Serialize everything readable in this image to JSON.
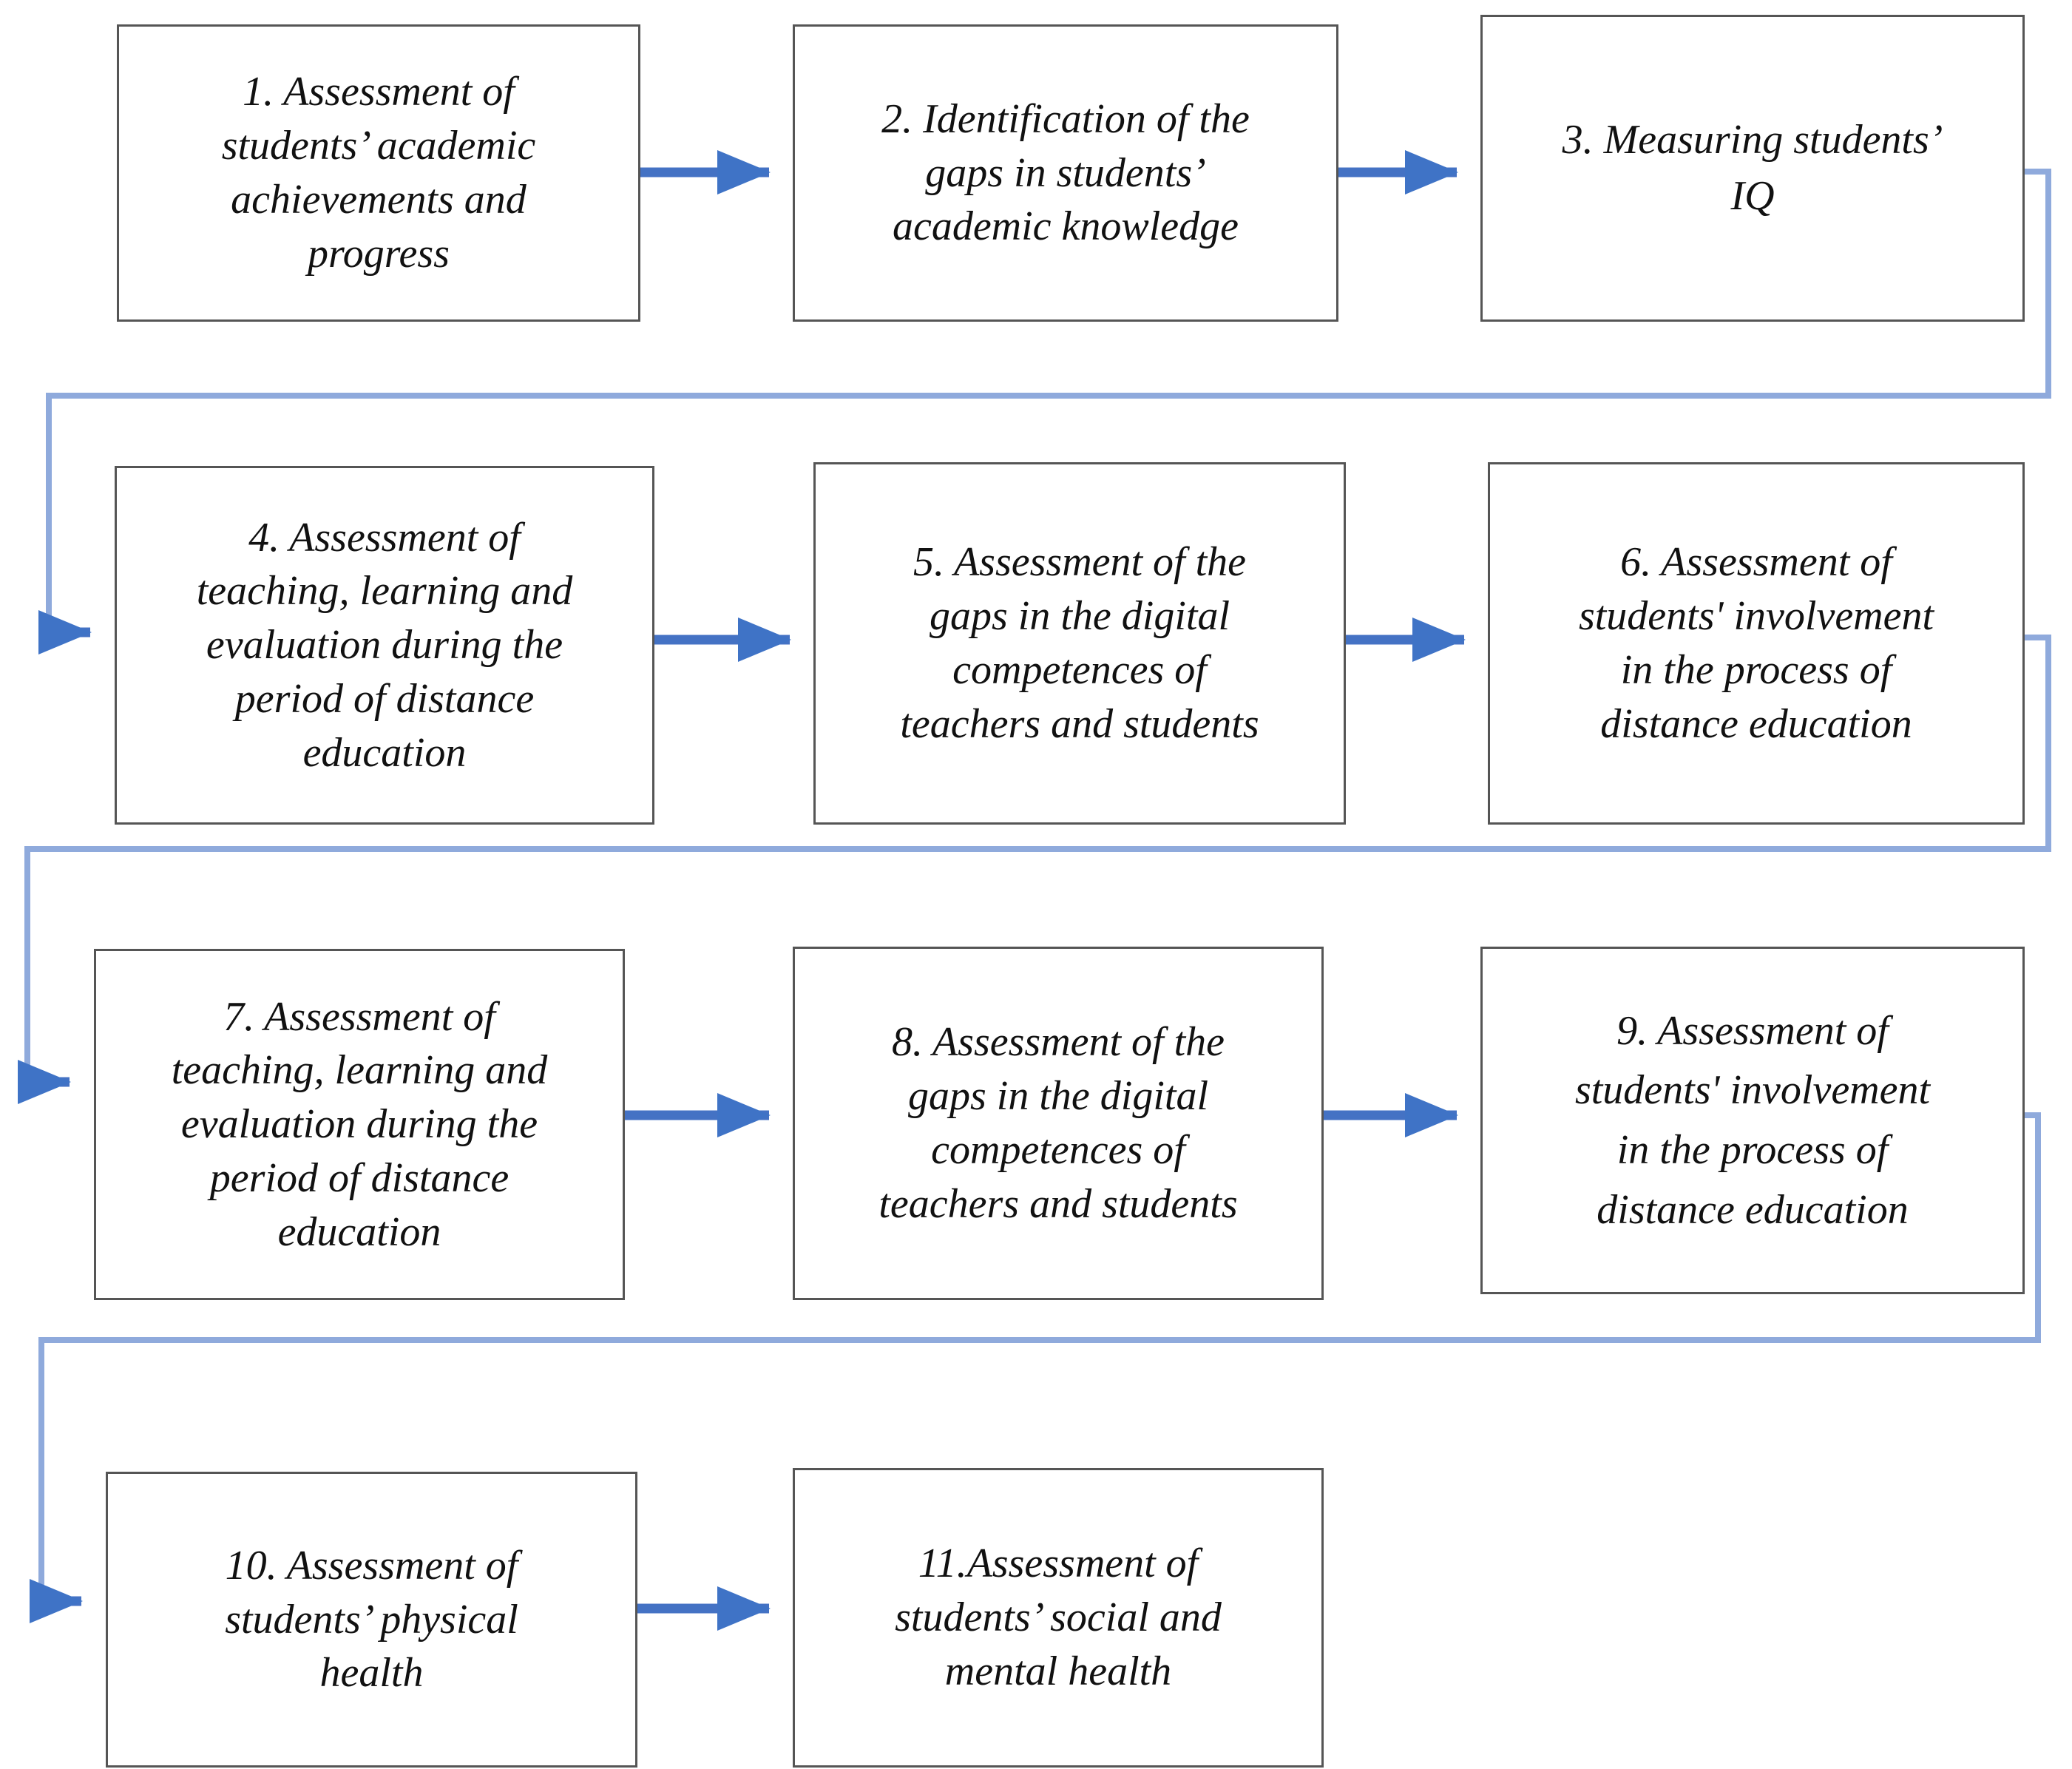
{
  "diagram": {
    "type": "flowchart",
    "orientation": "serpentine-left-to-right",
    "box_border_color": "#555555",
    "arrow_color": "#4472C4",
    "connector_color": "#8FAADC",
    "background_color": "#FFFFFF",
    "nodes": [
      {
        "id": "1",
        "label": "1. Assessment of\nstudents’ academic\nachievements and\nprogress"
      },
      {
        "id": "2",
        "label": "2. Identification of the\ngaps in students’\nacademic knowledge"
      },
      {
        "id": "3",
        "label": "3. Measuring students’\nIQ"
      },
      {
        "id": "4",
        "label": "4. Assessment of\nteaching, learning and\nevaluation during the\nperiod of distance\neducation"
      },
      {
        "id": "5",
        "label": "5. Assessment of the\ngaps in the digital\ncompetences of\nteachers and students"
      },
      {
        "id": "6",
        "label": "6. Assessment of\nstudents' involvement\nin the process of\ndistance education"
      },
      {
        "id": "7",
        "label": "7. Assessment of\nteaching, learning and\nevaluation during the\nperiod of distance\neducation"
      },
      {
        "id": "8",
        "label": "8. Assessment of the\ngaps in the digital\ncompetences of\nteachers and students"
      },
      {
        "id": "9",
        "label": "9. Assessment of\nstudents' involvement\nin the process of\ndistance education"
      },
      {
        "id": "10",
        "label": "10. Assessment of\nstudents’ physical\nhealth"
      },
      {
        "id": "11",
        "label": "11.Assessment of\nstudents’ social and\nmental health"
      }
    ],
    "edges": [
      {
        "from": "1",
        "to": "2",
        "kind": "straight"
      },
      {
        "from": "2",
        "to": "3",
        "kind": "straight"
      },
      {
        "from": "3",
        "to": "4",
        "kind": "wrap"
      },
      {
        "from": "4",
        "to": "5",
        "kind": "straight"
      },
      {
        "from": "5",
        "to": "6",
        "kind": "straight"
      },
      {
        "from": "6",
        "to": "7",
        "kind": "wrap"
      },
      {
        "from": "7",
        "to": "8",
        "kind": "straight"
      },
      {
        "from": "8",
        "to": "9",
        "kind": "straight"
      },
      {
        "from": "9",
        "to": "10",
        "kind": "wrap"
      },
      {
        "from": "10",
        "to": "11",
        "kind": "straight"
      }
    ]
  }
}
